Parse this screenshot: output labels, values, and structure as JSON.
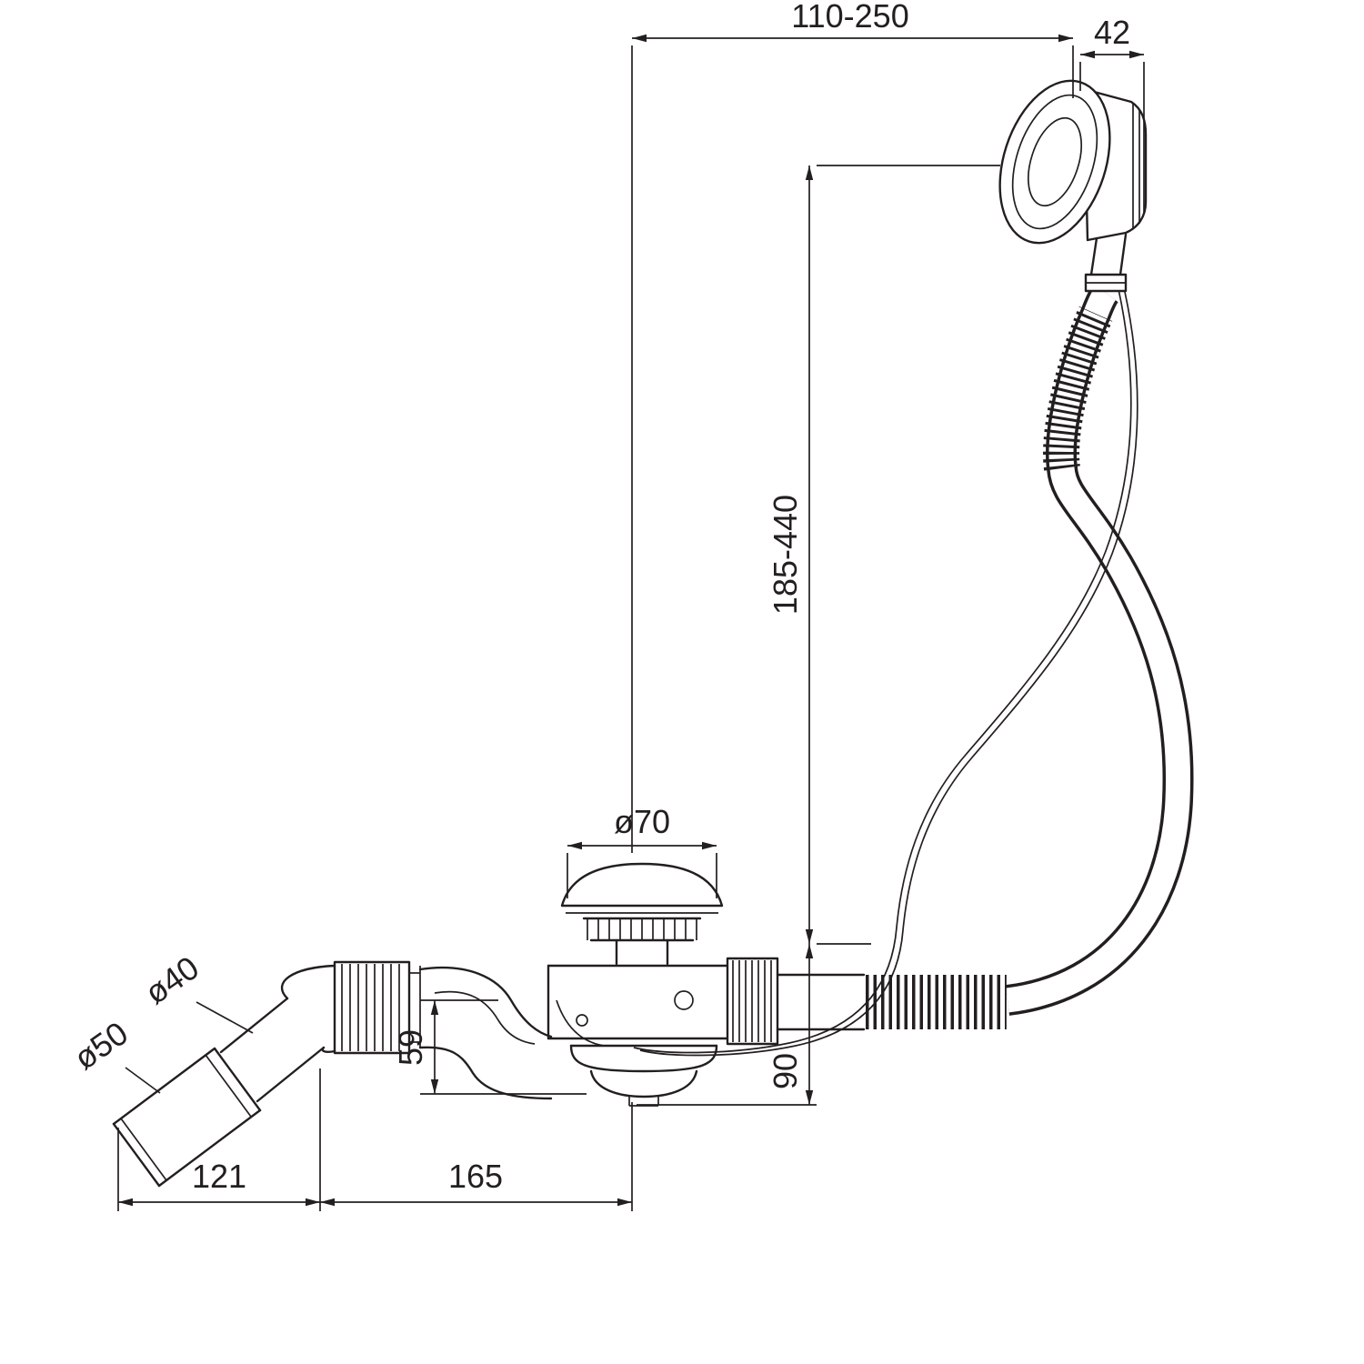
{
  "drawing": {
    "description": "Technical dimension drawing of a bath waste, overflow and cable-operated drain set",
    "background_color": "#ffffff",
    "line_color": "#231f20"
  },
  "dimensions": {
    "top_span": "110-250",
    "head_width": "42",
    "cable_height_range": "185-440",
    "plug_diameter": "ø70",
    "pipe_diameter": "ø40",
    "sleeve_diameter": "ø50",
    "trap_height": "59",
    "outlet_depth": "90",
    "elbow_offset": "121",
    "body_length": "165"
  }
}
